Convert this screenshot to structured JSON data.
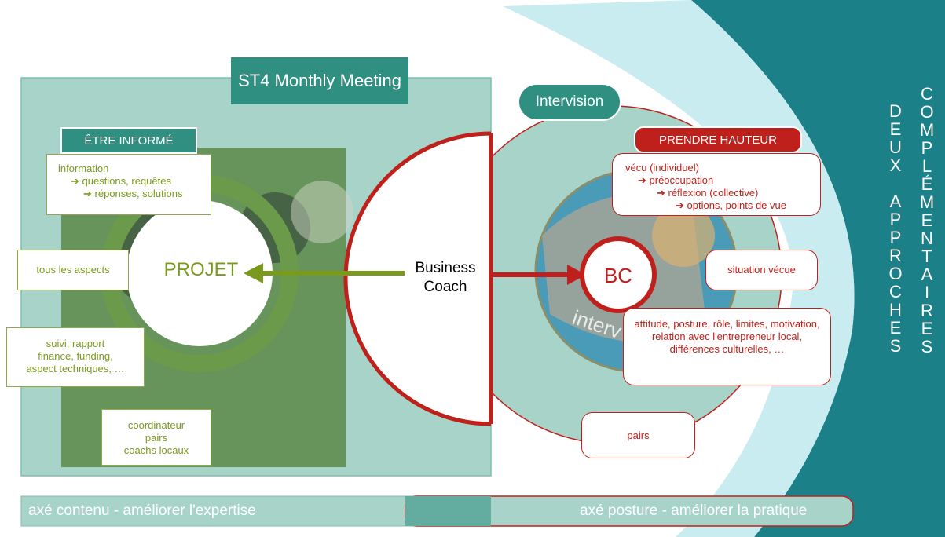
{
  "colors": {
    "teal": "#2f8f80",
    "dark_teal": "#1c8088",
    "light_teal": "#a8d3c9",
    "olive": "#7a9a1e",
    "red": "#c0201b",
    "cyan": "#c8ecef"
  },
  "left_panel": {
    "title": "ST4 Monthly Meeting",
    "section_header": "ÊTRE INFORMÉ",
    "info_lines": [
      "information",
      "➔ questions, requêtes",
      "➔ réponses, solutions"
    ],
    "center_label": "PROJET",
    "box_aspects": "tous les aspects",
    "box_suivi": [
      "suivi, rapport",
      "finance, funding,",
      "aspect techniques, …"
    ],
    "box_coord": [
      "coordinateur",
      "pairs",
      "coachs locaux"
    ]
  },
  "center": {
    "label_line1": "Business",
    "label_line2": "Coach"
  },
  "right_panel": {
    "title": "Intervision",
    "section_header": "PRENDRE HAUTEUR",
    "hauteur_lines": [
      "vécu (individuel)",
      "➔ préoccupation",
      "➔ réflexion (collective)",
      "➔ options, points de vue"
    ],
    "center_label": "BC",
    "photo_caption": "interv",
    "box_situation": "situation vécue",
    "box_attitude": [
      "attitude, posture, rôle, limites, motivation,",
      "relation avec l'entrepreneur local,",
      "différences culturelles, …"
    ],
    "box_pairs": "pairs"
  },
  "bottom": {
    "left_axis": "axé contenu - améliorer l'expertise",
    "right_axis": "axé posture - améliorer la pratique"
  },
  "side_text": {
    "col1": "DEUX APPROCHES",
    "col2": "COMPLÉMENTAIRES"
  }
}
